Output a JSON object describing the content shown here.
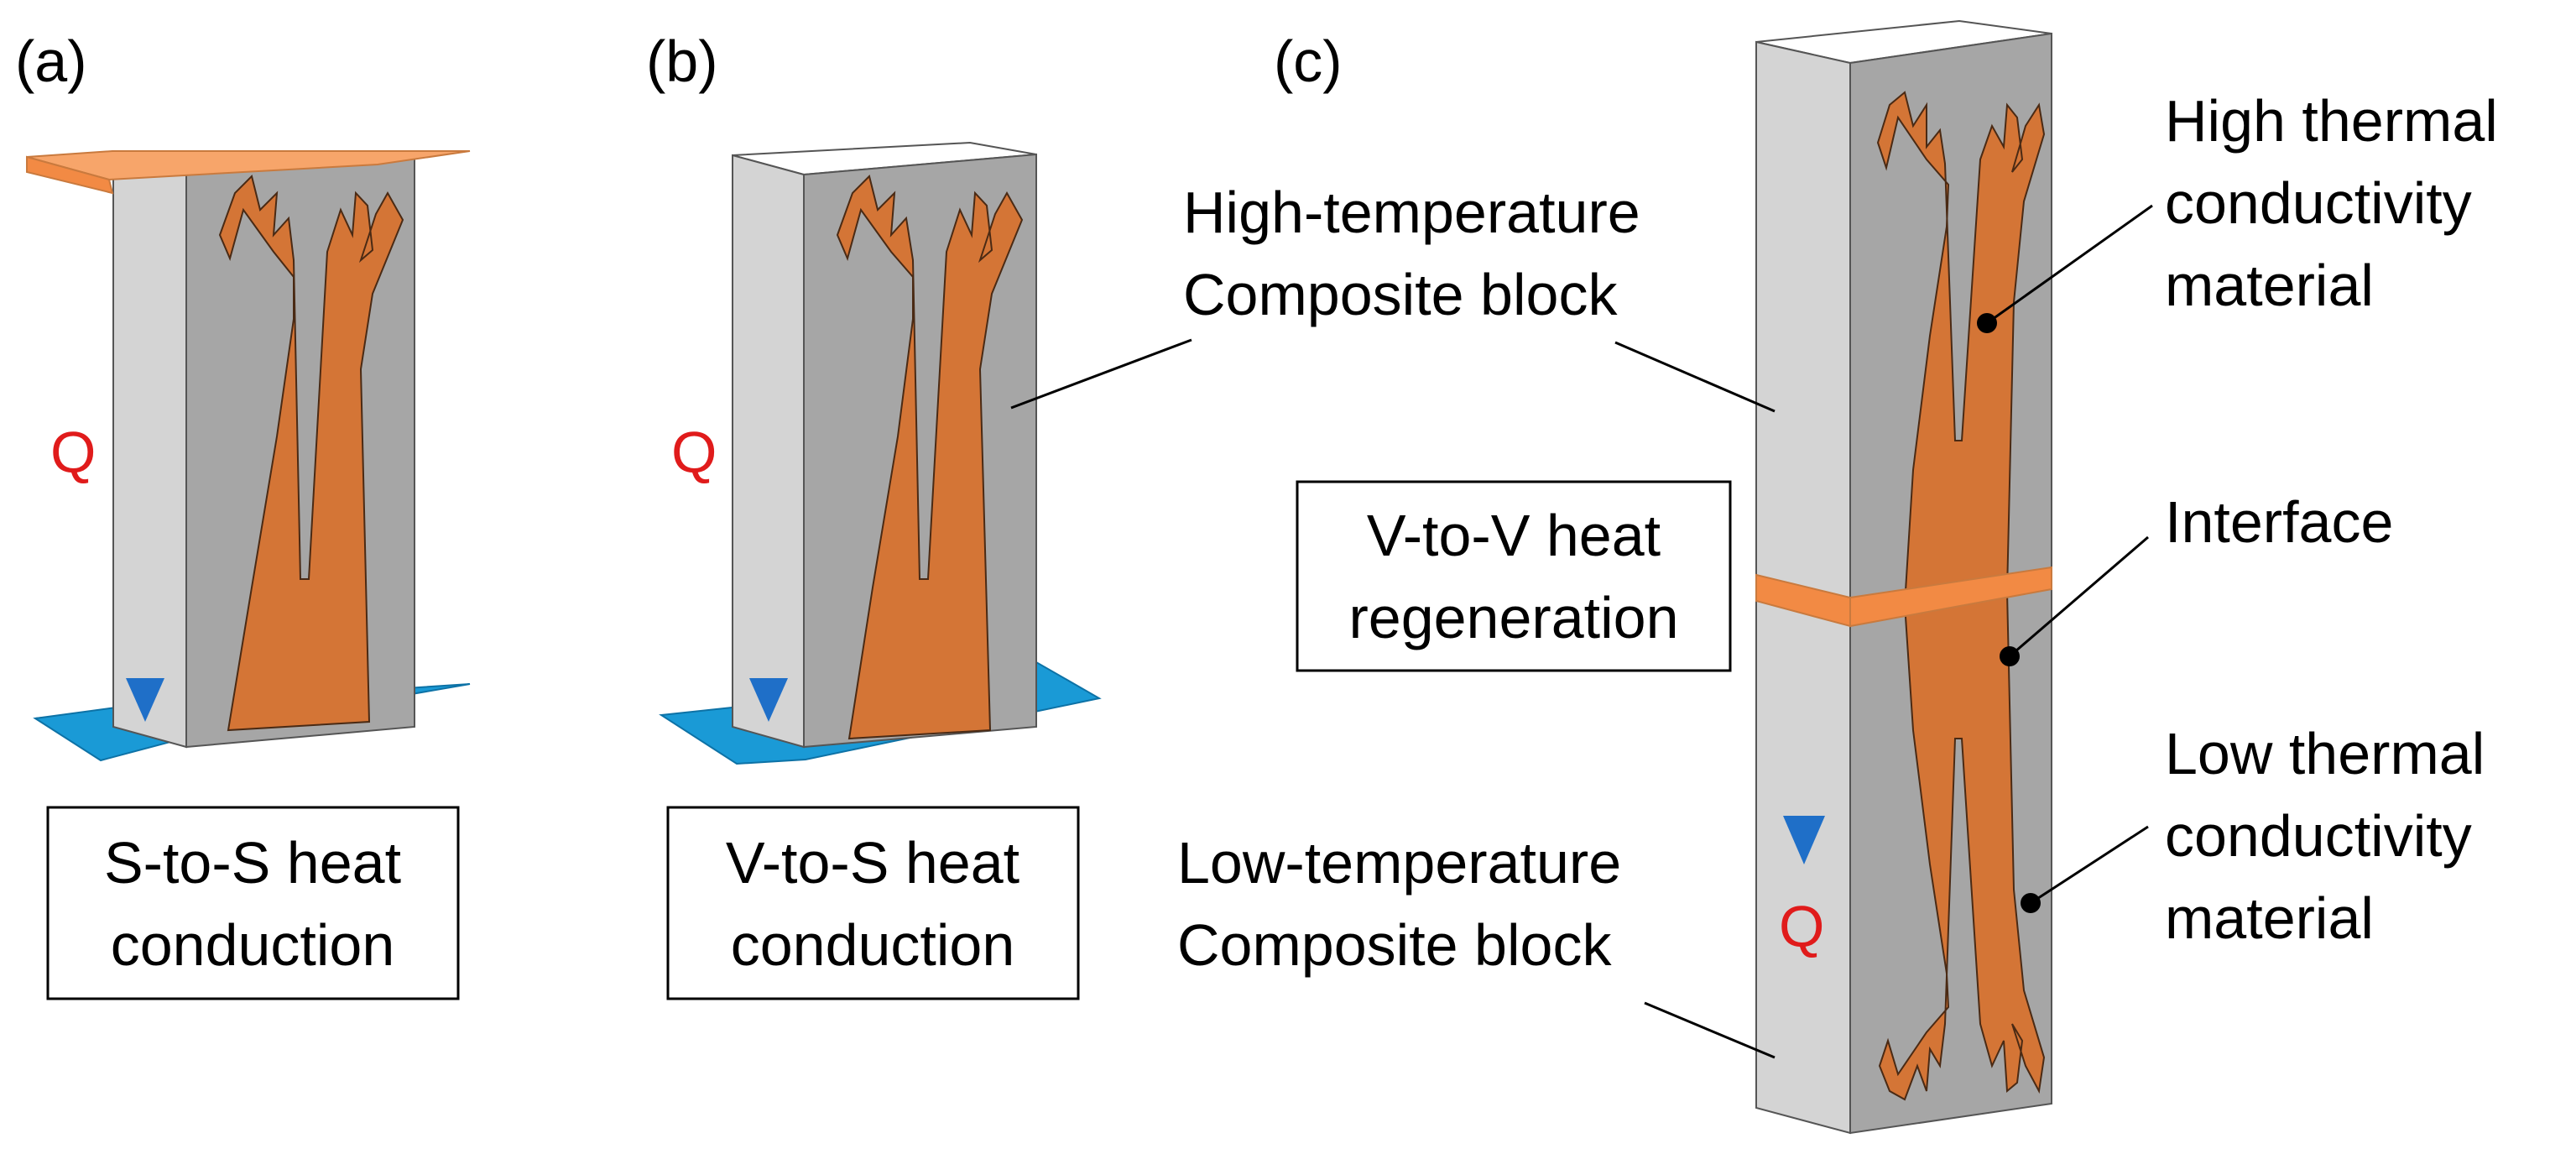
{
  "panels": {
    "a": {
      "tag": "(a)",
      "q_label": "Q",
      "caption_line1": "S-to-S heat",
      "caption_line2": "conduction"
    },
    "b": {
      "tag": "(b)",
      "q_label": "Q",
      "caption_line1": "V-to-S heat",
      "caption_line2": "conduction"
    },
    "c": {
      "tag": "(c)",
      "q_label": "Q",
      "caption_line1": "V-to-V heat",
      "caption_line2": "regeneration",
      "high_block_line1": "High-temperature",
      "high_block_line2": "Composite block",
      "low_block_line1": "Low-temperature",
      "low_block_line2": "Composite block",
      "high_k_line1": "High thermal",
      "high_k_line2": "conductivity",
      "high_k_line3": "material",
      "interface": "Interface",
      "low_k_line1": "Low thermal",
      "low_k_line2": "conductivity",
      "low_k_line3": "material"
    }
  },
  "colors": {
    "block_side": "#d4d4d4",
    "block_front": "#a6a6a6",
    "high_k_material": "#d47536",
    "hot_plate": "#f7a56a",
    "cold_plate": "#1a9ad6",
    "arrow_hot": "#e01b1b",
    "arrow_cold": "#1f6fc8",
    "q_text": "#e01b1b"
  }
}
